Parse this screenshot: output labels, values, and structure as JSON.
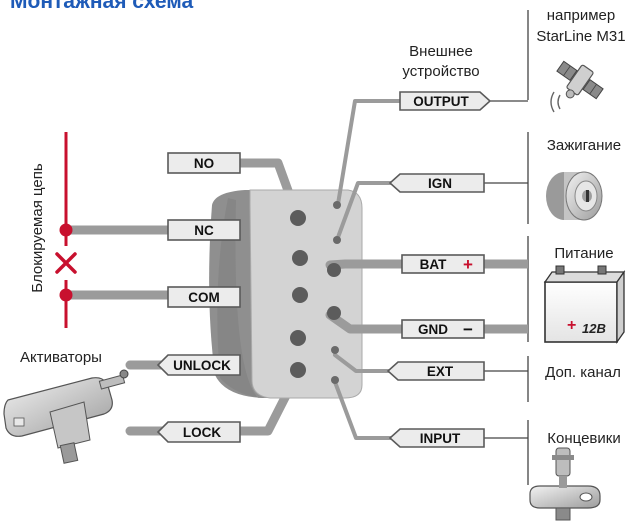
{
  "title": "Монтажная схема",
  "colors": {
    "title": "#1E5BB8",
    "wire": "#9B9B9B",
    "red": "#C8102E",
    "label_fill": "#ECECEC",
    "label_stroke": "#5A5A5A",
    "thin_line": "#444444"
  },
  "left_side": {
    "blocked_circuit_label": "Блокируемая цепь",
    "activators_label": "Активаторы"
  },
  "pins_left": [
    "NO",
    "NC",
    "COM",
    "UNLOCK",
    "LOCK"
  ],
  "pins_right": {
    "output": "OUTPUT",
    "ign": "IGN",
    "bat": "BAT",
    "bat_sign": "+",
    "gnd": "GND",
    "gnd_sign": "−",
    "ext": "EXT",
    "input": "INPUT"
  },
  "right_side": {
    "external_device_line1": "Внешнее",
    "external_device_line2": "устройство",
    "example_line1": "например",
    "example_line2": "StarLine M31",
    "ignition": "Зажигание",
    "power": "Питание",
    "battery_sign": "+",
    "battery_voltage": "12В",
    "extra_channel": "Доп. канал",
    "limit_switches": "Концевики"
  }
}
